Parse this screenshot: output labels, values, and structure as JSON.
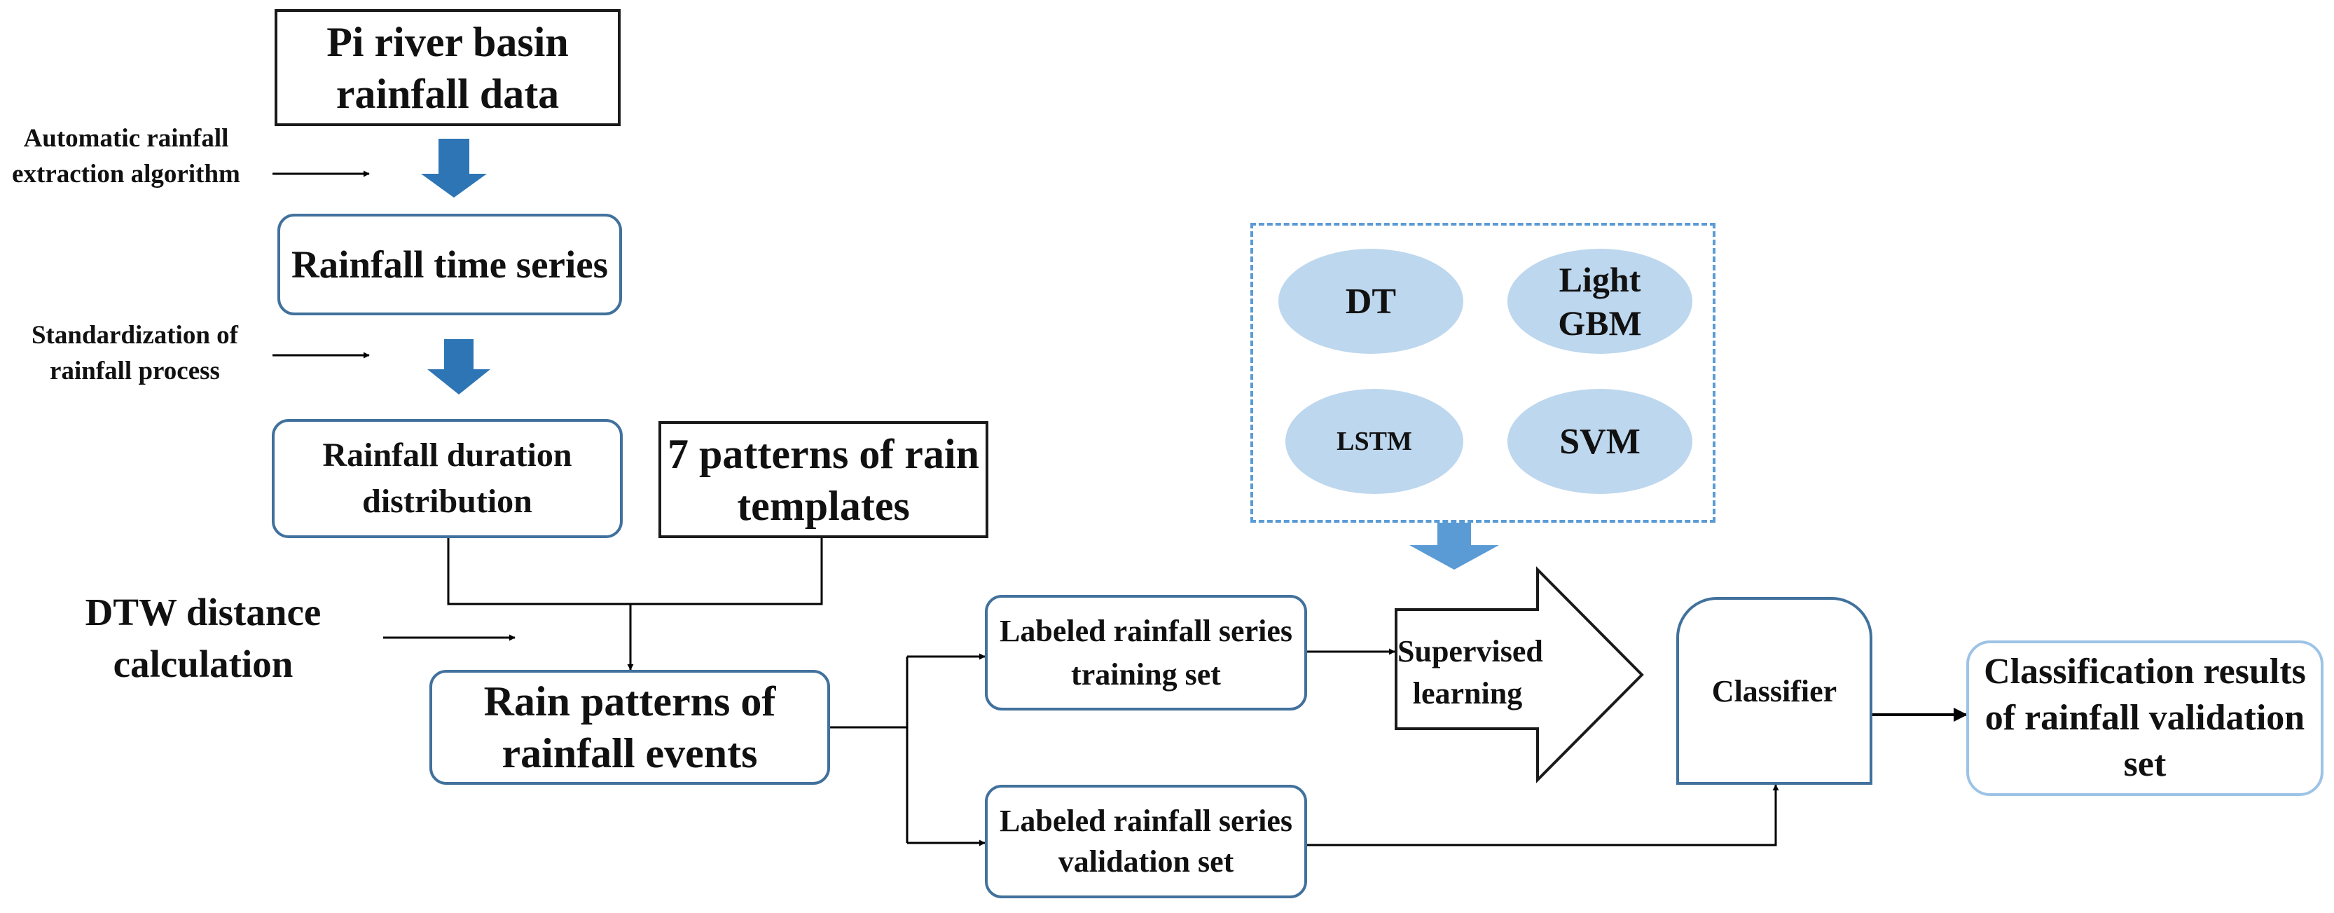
{
  "diagram": {
    "source": "Pi river basin rainfall data",
    "step_extraction": "Automatic rainfall extraction algorithm",
    "time_series": "Rainfall time series",
    "step_standardization": "Standardization of rainfall process",
    "duration": "Rainfall duration distribution",
    "templates": "7 patterns of rain templates",
    "step_dtw": "DTW distance calculation",
    "rain_patterns": "Rain patterns of rainfall events",
    "training_set": "Labeled rainfall series training set",
    "validation_set": "Labeled rainfall series validation set",
    "models": {
      "dt": "DT",
      "lightgbm": "Light GBM",
      "lstm": "LSTM",
      "svm": "SVM"
    },
    "supervised": "Supervised learning",
    "classifier": "Classifier",
    "results": "Classification results of rainfall validation set"
  },
  "colors": {
    "box_border": "#1a1a1a",
    "rounded_border": "#41719c",
    "light_border": "#9dc3e6",
    "arrow_fill": "#2e75b6",
    "arrow_fill_light": "#5b9bd5",
    "ellipse_fill": "#bdd7ee",
    "dashed_border": "#5b9bd5",
    "text": "#111111"
  }
}
